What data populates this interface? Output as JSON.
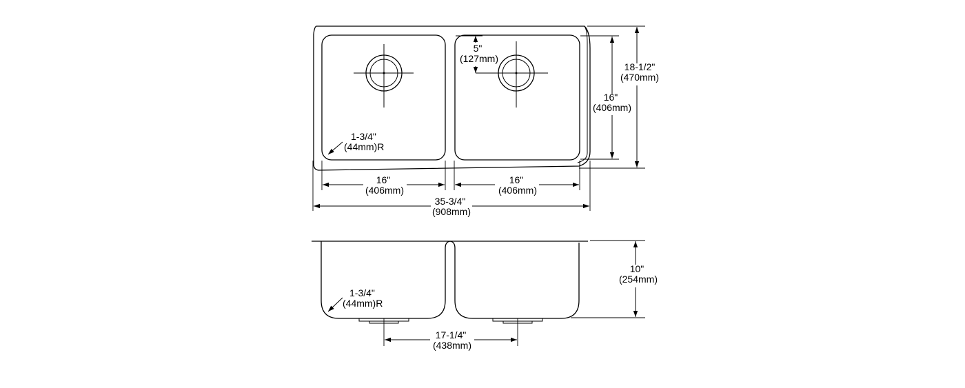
{
  "top_view": {
    "overall_depth": {
      "imperial": "18-1/2\"",
      "metric": "(470mm)"
    },
    "bowl_depth": {
      "imperial": "16\"",
      "metric": "(406mm)"
    },
    "drain_offset": {
      "imperial": "5\"",
      "metric": "(127mm)"
    },
    "corner_radius": {
      "imperial": "1-3/4\"",
      "metric": "(44mm)R"
    },
    "left_bowl_width": {
      "imperial": "16\"",
      "metric": "(406mm)"
    },
    "right_bowl_width": {
      "imperial": "16\"",
      "metric": "(406mm)"
    },
    "overall_width": {
      "imperial": "35-3/4\"",
      "metric": "(908mm)"
    }
  },
  "side_view": {
    "bowl_height": {
      "imperial": "10\"",
      "metric": "(254mm)"
    },
    "corner_radius": {
      "imperial": "1-3/4\"",
      "metric": "(44mm)R"
    },
    "drain_spacing": {
      "imperial": "17-1/4\"",
      "metric": "(438mm)"
    }
  }
}
